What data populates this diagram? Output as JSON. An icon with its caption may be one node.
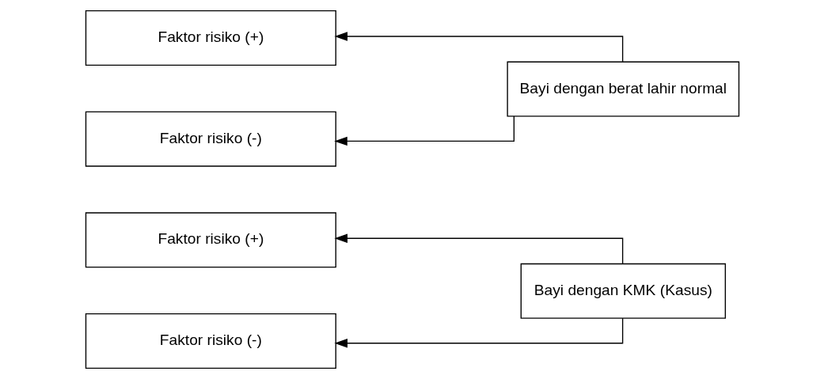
{
  "diagram": {
    "nodes": [
      {
        "text": [
          "Faktor risiko (+)"
        ]
      },
      {
        "text": [
          "Faktor risiko (-)"
        ]
      },
      {
        "text": [
          "Bayi dengan KMK (Kasus)"
        ]
      },
      {
        "text": [
          "Faktor risiko (+)"
        ]
      },
      {
        "text": [
          "Faktor risiko (-)"
        ]
      },
      {
        "text": [
          "Bayi dengan berat lahir normal"
        ]
      }
    ],
    "edges": [
      {
        "from": 2,
        "to": 0,
        "arrow": "to"
      },
      {
        "from": 2,
        "to": 1,
        "arrow": "to"
      },
      {
        "from": 5,
        "to": 3,
        "arrow": "to"
      },
      {
        "from": 5,
        "to": 4,
        "arrow": "to"
      }
    ]
  }
}
